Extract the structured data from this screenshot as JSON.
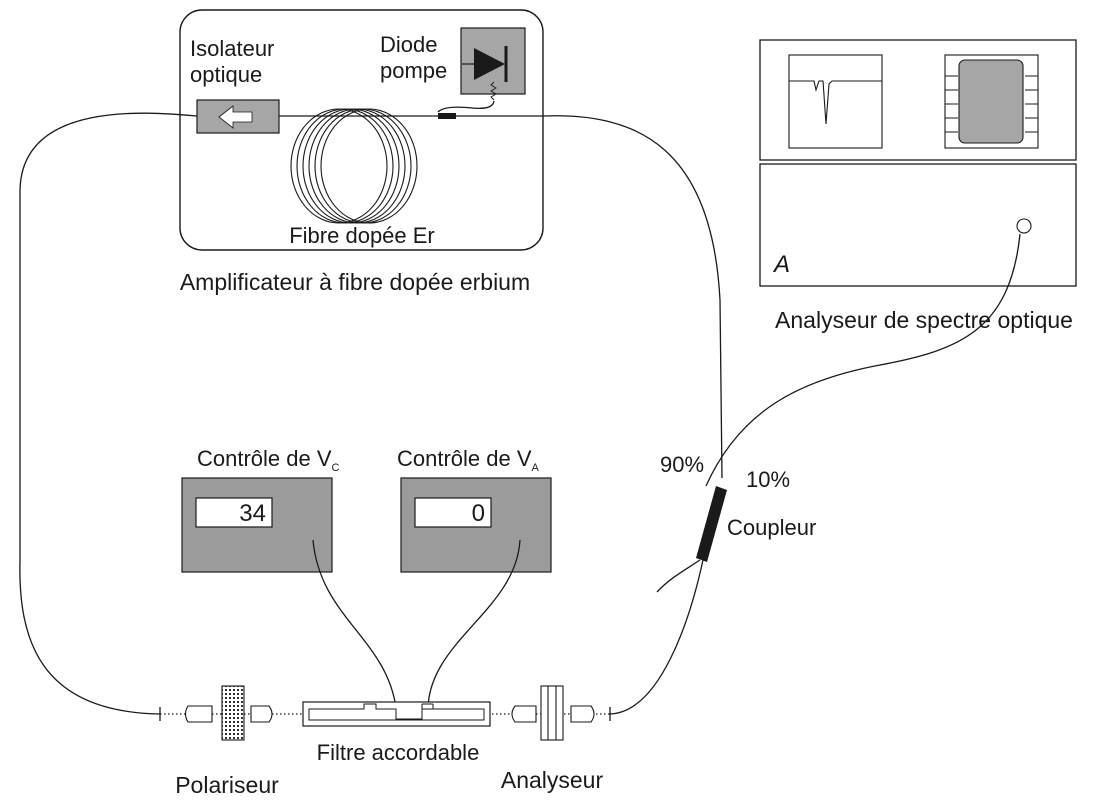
{
  "amplifier": {
    "isolator_line1": "Isolateur",
    "isolator_line2": "optique",
    "diode_line1": "Diode",
    "diode_line2": "pompe",
    "fiber_label": "Fibre dopée Er",
    "caption": "Amplificateur à fibre dopée erbium"
  },
  "osa": {
    "panel_letter": "A",
    "caption": "Analyseur de spectre optique"
  },
  "coupler": {
    "label": "Coupleur",
    "ratio_left": "90%",
    "ratio_right": "10%"
  },
  "controls": [
    {
      "title": "Contrôle de V",
      "subscript": "C",
      "value": "34"
    },
    {
      "title": "Contrôle de V",
      "subscript": "A",
      "value": "0"
    }
  ],
  "filter": {
    "label": "Filtre accordable"
  },
  "polarizer": {
    "label": "Polariseur"
  },
  "analyzer": {
    "label": "Analyseur"
  },
  "colors": {
    "panel_gray": "#9b9b9b",
    "isolator_gray": "#a6a6a6",
    "ink": "#1a1a1a"
  }
}
